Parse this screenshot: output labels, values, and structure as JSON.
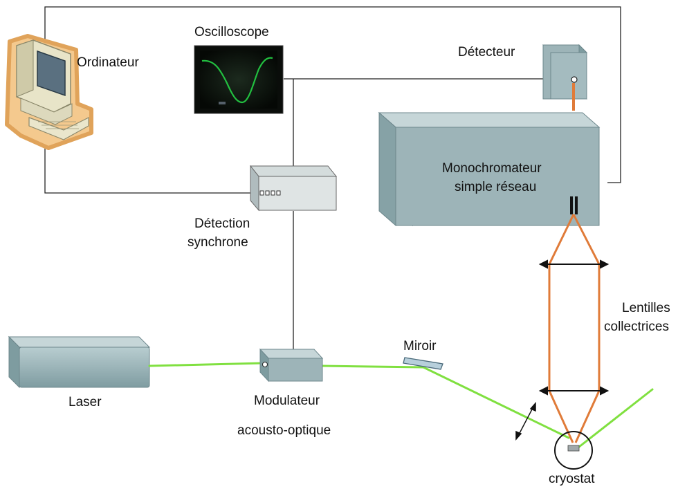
{
  "labels": {
    "ordinateur": "Ordinateur",
    "oscilloscope": "Oscilloscope",
    "detecteur": "Détecteur",
    "monochromateur_line1": "Monochromateur",
    "monochromateur_line2": "simple réseau",
    "detection_line1": "Détection",
    "detection_line2": "synchrone",
    "lentilles_line1": "Lentilles",
    "lentilles_line2": "collectrices",
    "laser": "Laser",
    "modulateur_line1": "Modulateur",
    "modulateur_line2": "acousto-optique",
    "miroir": "Miroir",
    "cryostat": "cryostat"
  },
  "colors": {
    "laser_beam": "#80e040",
    "collected_light": "#e07b39",
    "wire": "#222222",
    "box_face": "#9db4b8",
    "box_top": "#c6d6d8",
    "box_side": "#7e9ca0",
    "oscillo_trace": "#22c040"
  }
}
